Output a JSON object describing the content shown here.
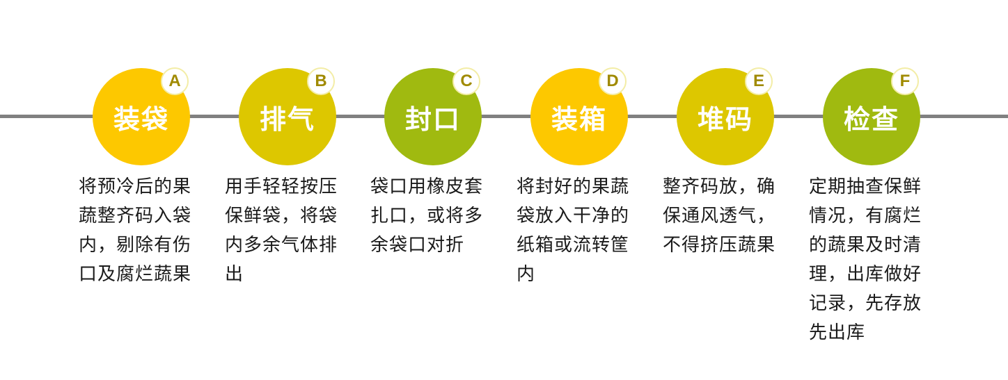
{
  "colors": {
    "line": "#808080",
    "amber": "#fdc800",
    "mustard": "#ddc700",
    "olive": "#a0ba10",
    "badge_text": "#a08a00"
  },
  "steps": [
    {
      "badge": "A",
      "title": "装袋",
      "color": "#fdc800",
      "description": "将预冷后的果蔬整齐码入袋内，剔除有伤口及腐烂蔬果"
    },
    {
      "badge": "B",
      "title": "排气",
      "color": "#ddc700",
      "description": "用手轻轻按压保鲜袋，将袋内多余气体排出"
    },
    {
      "badge": "C",
      "title": "封口",
      "color": "#a0ba10",
      "description": "袋口用橡皮套扎口，或将多余袋口对折"
    },
    {
      "badge": "D",
      "title": "装箱",
      "color": "#fdc800",
      "description": "将封好的果蔬袋放入干净的纸箱或流转筐内"
    },
    {
      "badge": "E",
      "title": "堆码",
      "color": "#ddc700",
      "description": "整齐码放，确保通风透气，不得挤压蔬果"
    },
    {
      "badge": "F",
      "title": "检查",
      "color": "#a0ba10",
      "description": "定期抽查保鲜情况，有腐烂的蔬果及时清理，出库做好记录，先存放先出库"
    }
  ]
}
